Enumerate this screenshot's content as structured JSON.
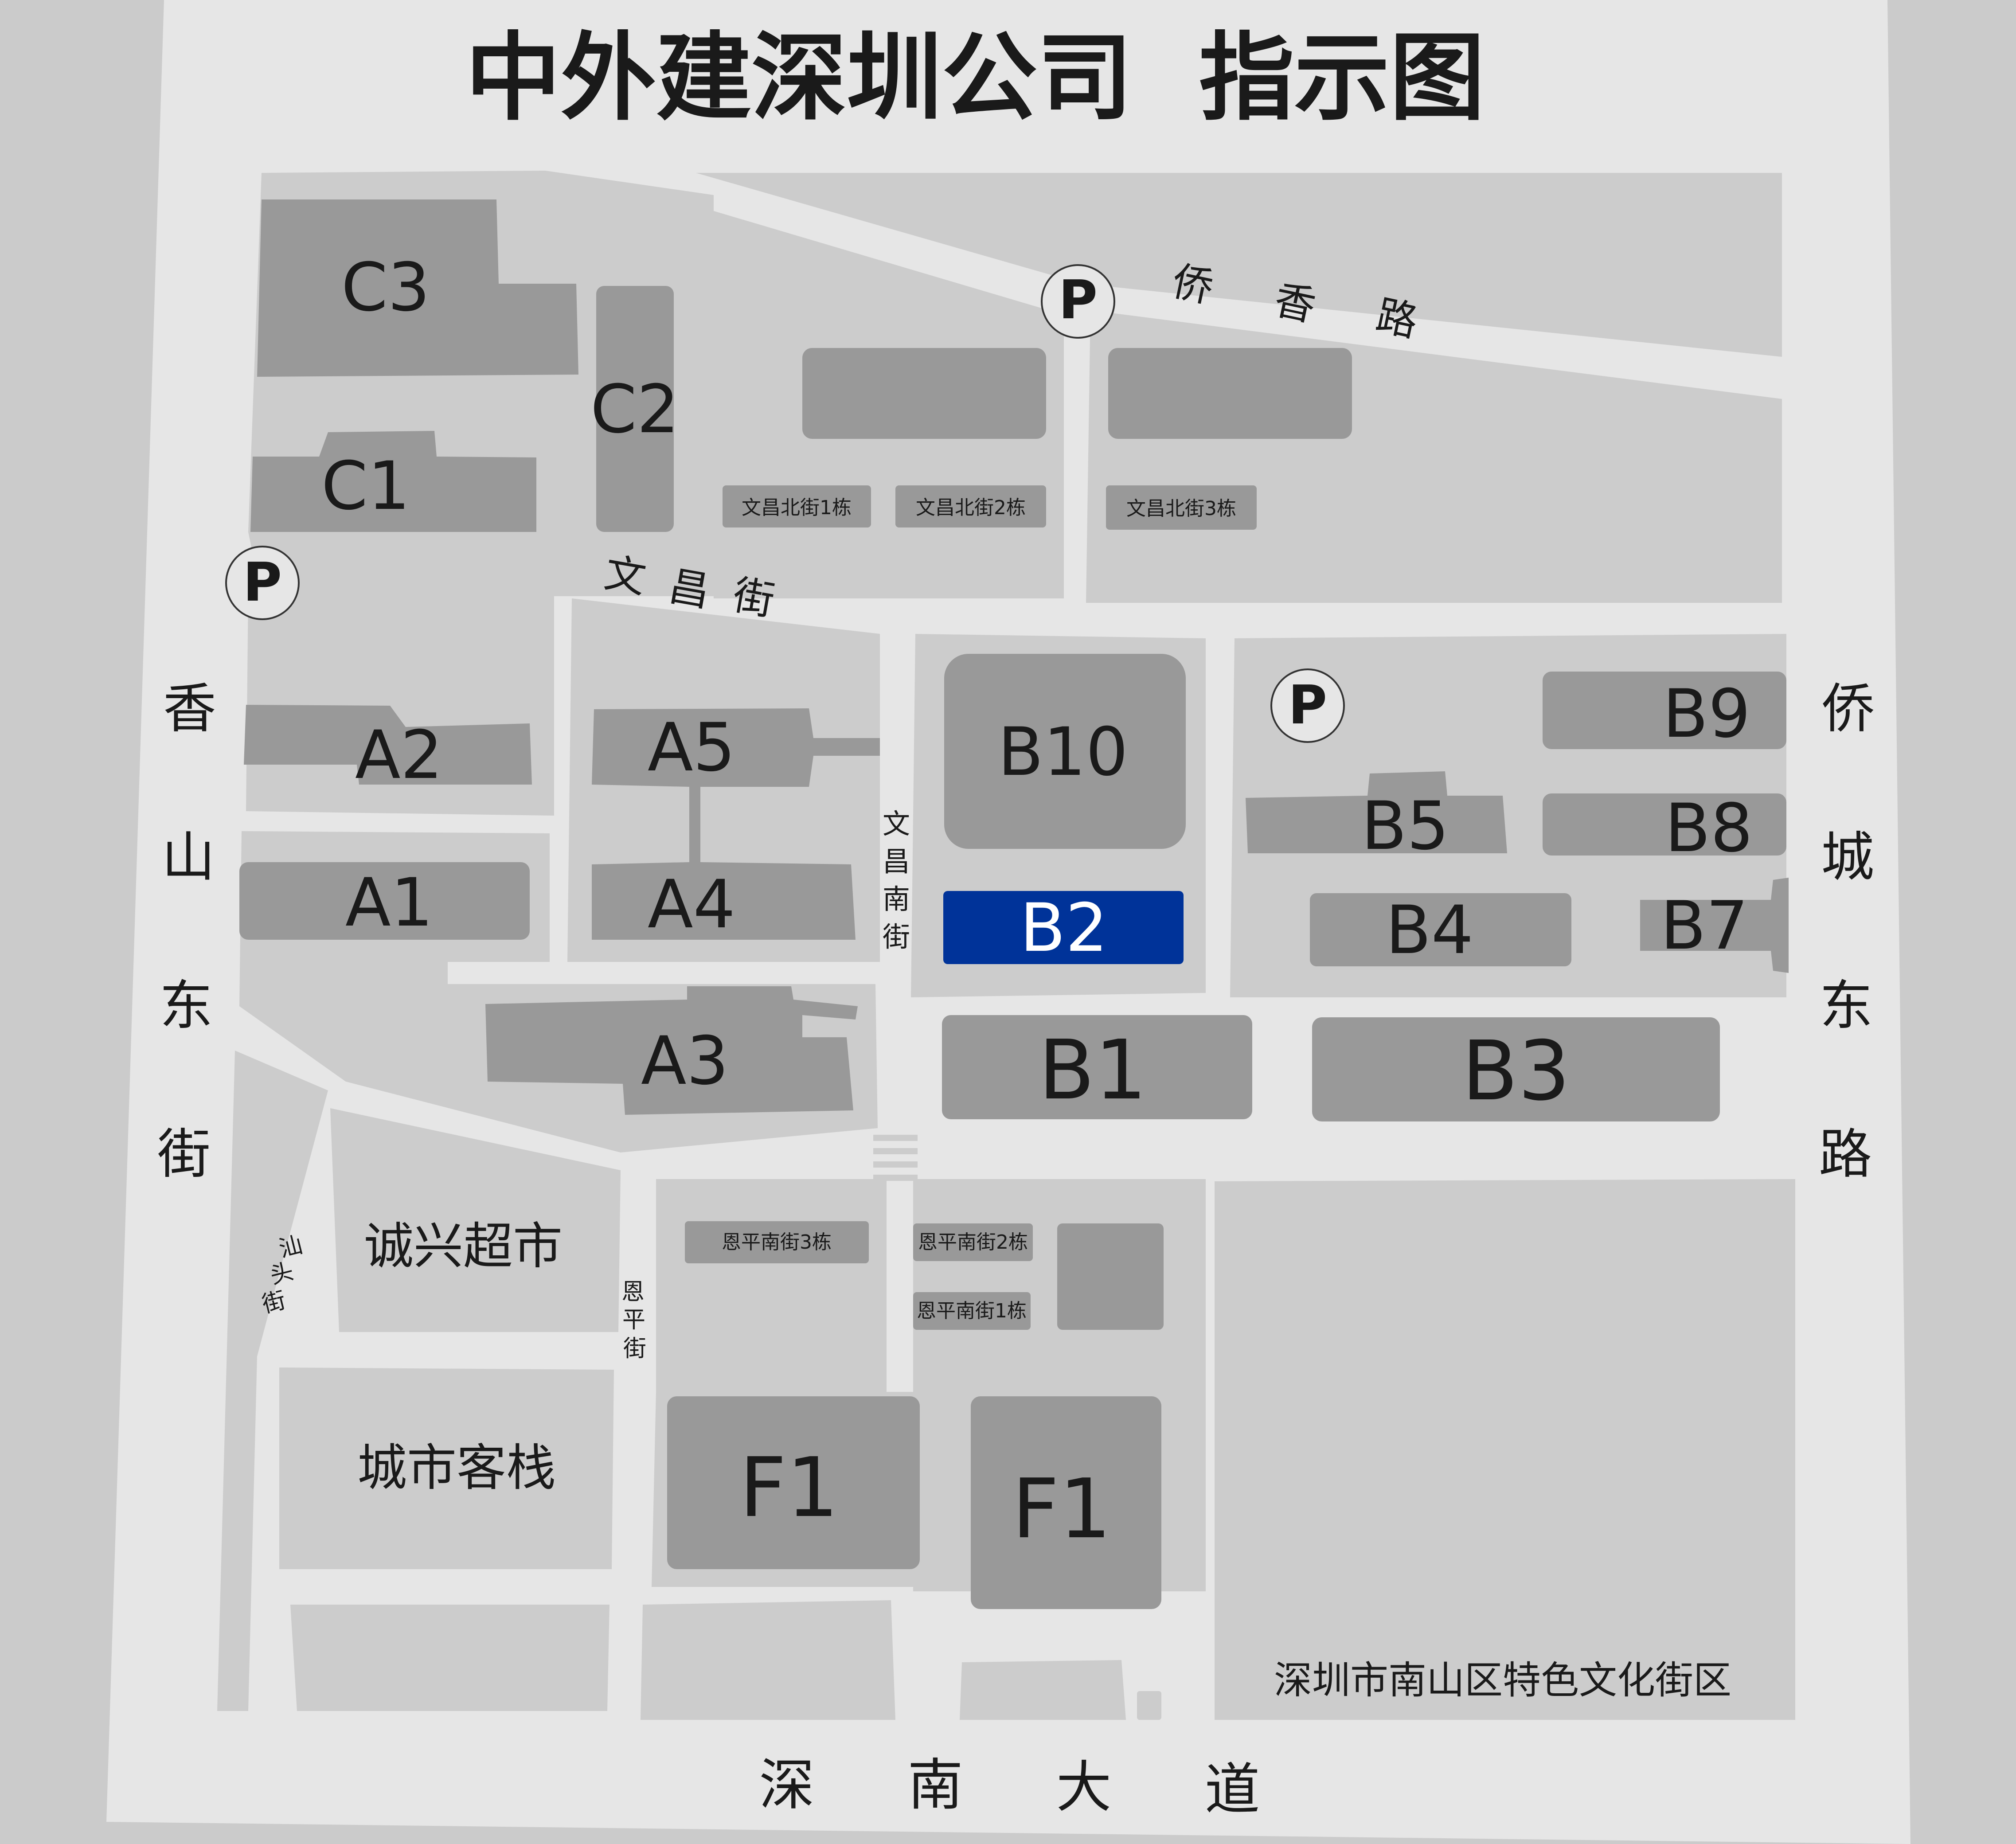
{
  "title": "中外建深圳公司  指示图",
  "colors": {
    "outer": "#cbcbcb",
    "road": "#e6e6e6",
    "block": "#cccccc",
    "building": "#999999",
    "highlight": "#003399",
    "text": "#1a1a1a"
  },
  "streets": {
    "qiaoxiang": [
      "侨",
      "香",
      "路"
    ],
    "wenchang": [
      "文",
      "昌",
      "街"
    ],
    "wenchang_nan": [
      "文",
      "昌",
      "南",
      "街"
    ],
    "xiangshan": [
      "香",
      "山",
      "东",
      "街"
    ],
    "qiaocheng": [
      "侨",
      "城",
      "东",
      "路"
    ],
    "shantou": [
      "汕",
      "头",
      "街"
    ],
    "enping": [
      "恩",
      "平",
      "街"
    ],
    "shennan": [
      "深",
      "南",
      "大",
      "道"
    ]
  },
  "buildings": {
    "C3": "C3",
    "C2": "C2",
    "C1": "C1",
    "A1": "A1",
    "A2": "A2",
    "A3": "A3",
    "A4": "A4",
    "A5": "A5",
    "B1": "B1",
    "B2": "B2",
    "B3": "B3",
    "B4": "B4",
    "B5": "B5",
    "B7": "B7",
    "B8": "B8",
    "B9": "B9",
    "B10": "B10",
    "F1_left": "F1",
    "F1_right": "F1"
  },
  "small_labels": {
    "wenchang_bei_1": "文昌北街1栋",
    "wenchang_bei_2": "文昌北街2栋",
    "wenchang_bei_3": "文昌北街3栋",
    "enping_nan_3": "恩平南街3栋",
    "enping_nan_2": "恩平南街2栋",
    "enping_nan_1": "恩平南街1栋"
  },
  "places": {
    "supermarket": "诚兴超市",
    "inn": "城市客栈",
    "district": "深圳市南山区特色文化街区"
  },
  "parking": {
    "symbol": "P"
  }
}
